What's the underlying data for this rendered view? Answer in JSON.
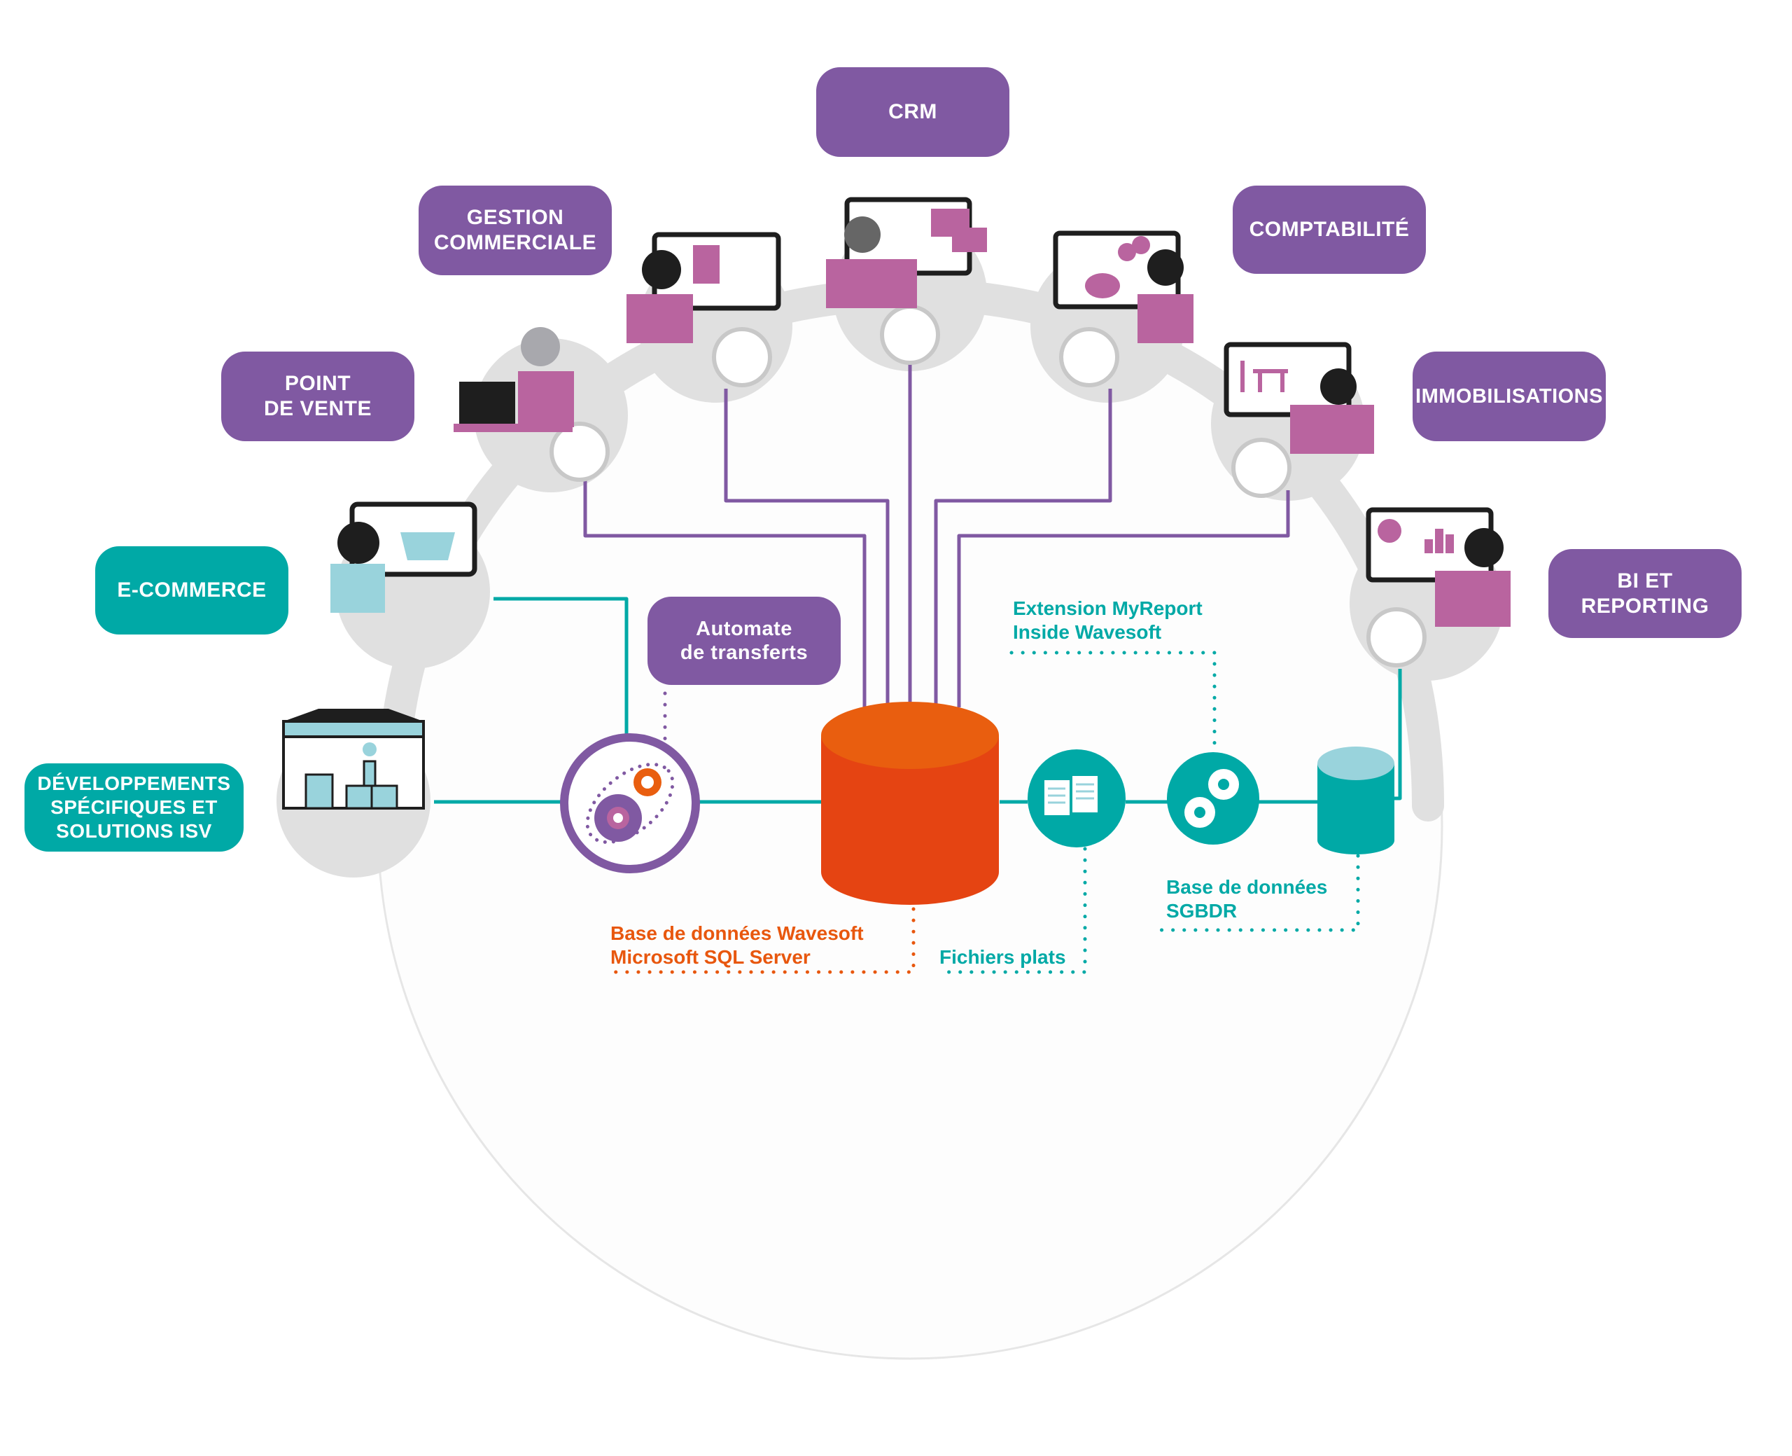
{
  "colors": {
    "purple": "#8059a2",
    "teal": "#00a9a6",
    "orange_top": "#e95e0f",
    "orange_body": "#e54412",
    "ring_gray": "#e0e0e0",
    "light_blue": "#99d3dc",
    "magenta": "#b9649f"
  },
  "modules": [
    {
      "id": "crm",
      "label": "CRM",
      "style": "purple",
      "icon": "two-people-icon"
    },
    {
      "id": "gestion-commerciale",
      "label": "GESTION\nCOMMERCIALE",
      "style": "purple",
      "icon": "boxes-icon"
    },
    {
      "id": "comptabilite",
      "label": "COMPTABILITÉ",
      "style": "purple",
      "icon": "scales-icon"
    },
    {
      "id": "point-de-vente",
      "label": "POINT\nDE VENTE",
      "style": "purple",
      "icon": "cash-register-icon"
    },
    {
      "id": "immobilisations",
      "label": "IMMOBILISATIONS",
      "style": "purple",
      "icon": "scales-icon"
    },
    {
      "id": "e-commerce",
      "label": "E-COMMERCE",
      "style": "teal",
      "icon": "shopping-basket-icon"
    },
    {
      "id": "bi-reporting",
      "label": "BI ET\nREPORTING",
      "style": "purple",
      "icon": "magnifier-chart-icon"
    },
    {
      "id": "developpements",
      "label": "DÉVELOPPEMENTS\nSPÉCIFIQUES ET\nSOLUTIONS ISV",
      "style": "teal",
      "icon": "warehouse-robot-icon"
    }
  ],
  "automate": {
    "label": "Automate\nde transferts",
    "icon": "gears-transfer-icon"
  },
  "captions": {
    "main_db": "Base de données Wavesoft\nMicrosoft SQL Server",
    "flat_files": "Fichiers plats",
    "myreport": "Extension MyReport\nInside Wavesoft",
    "sgbdr": "Base de données\nSGBDR"
  },
  "icons": {
    "main_db": "database-icon",
    "flat_files": "documents-icon",
    "myreport_gears": "gears-icon",
    "sgbdr_db": "database-icon"
  }
}
